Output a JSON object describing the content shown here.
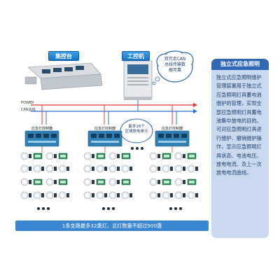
{
  "nodes": {
    "central_console": "集控台",
    "industrial_pc": "工控机",
    "controller_label": "应急灯控制器"
  },
  "cloud": {
    "redundant_can": [
      "双冗余CAN",
      "总线传输数",
      "据可靠"
    ],
    "zone_note": [
      "最多16个",
      "区域放电单元"
    ]
  },
  "lines": {
    "power": "POWER",
    "can_bus": "CAN总线"
  },
  "panel": {
    "title": "独立式应急照明",
    "body": "独立式应急照明维护管理装置用于独立式应急照明灯具蓄电池维护的管理，实现全部应急照明灯具蓄电池集中放电的目的。可对应急照明灯具进行维护、撤销维护操作，显示应急照明灯具状态、电池电压、放电电流、及上一次放电电流曲线。"
  },
  "footer": "1条支路最多32盏灯，总灯数量不超过900盏",
  "colors": {
    "power_line": "#e23b3b",
    "can_line": "#2a6fc9",
    "accent_blue": "#2f68b4",
    "panel_bg": "#c9daf0",
    "controller_board": "#2f7fb5",
    "lamp_fixture": "#2a3b4a"
  },
  "icons": [
    "console-desk-icon",
    "industrial-pc-cabinet-icon",
    "cloud-bubble-icon",
    "controller-board-icon",
    "emergency-lamp-icon",
    "exit-sign-icon",
    "ellipsis-dots-icon"
  ]
}
